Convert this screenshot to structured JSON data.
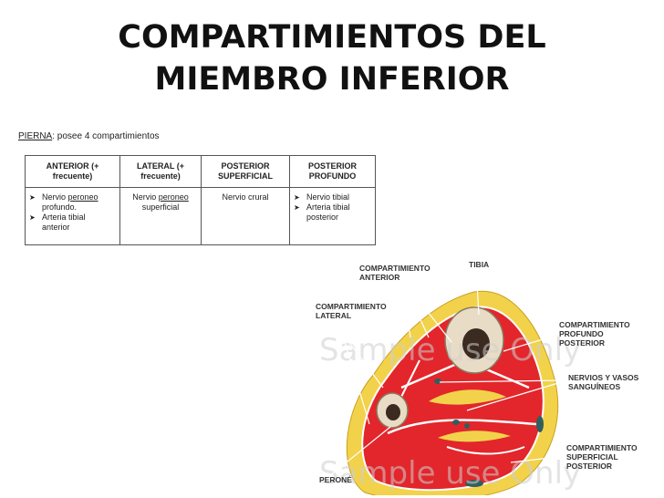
{
  "slide": {
    "title_line1": "COMPARTIMIENTOS DEL",
    "title_line2": "MIEMBRO INFERIOR"
  },
  "intro": {
    "keyword": "PIERNA",
    "rest": ": posee 4 compartimientos"
  },
  "table": {
    "headers": [
      [
        "ANTERIOR (+",
        "frecuente)"
      ],
      [
        "LATERAL (+",
        "frecuente)"
      ],
      [
        "POSTERIOR",
        "SUPERFICIAL"
      ],
      [
        "POSTERIOR",
        "PROFUNDO"
      ]
    ],
    "anterior": {
      "item1_a": "Nervio ",
      "item1_u": "peroneo",
      "item1_b": "profundo.",
      "item2_a": "Arteria tibial",
      "item2_b": "anterior"
    },
    "lateral": {
      "line1_a": "Nervio ",
      "line1_u": "peroneo",
      "line2": "superficial"
    },
    "post_sup": {
      "line1": "Nervio crural"
    },
    "post_prof": {
      "item1": "Nervio tibial",
      "item2_a": "Arteria tibial",
      "item2_b": "posterior"
    }
  },
  "diagram": {
    "labels": {
      "anterior_1": "COMPARTIMIENTO",
      "anterior_2": "ANTERIOR",
      "tibia": "TIBIA",
      "lateral_1": "COMPARTIMIENTO",
      "lateral_2": "LATERAL",
      "profundo_1": "COMPARTIMIENTO",
      "profundo_2": "PROFUNDO",
      "profundo_3": "POSTERIOR",
      "nervios_1": "NERVIOS Y VASOS",
      "nervios_2": "SANGUÍNEOS",
      "superficial_1": "COMPARTIMIENTO",
      "superficial_2": "SUPERFICIAL",
      "superficial_3": "POSTERIOR",
      "perone": "PERONÉ"
    },
    "watermark_1": "Sample use Only",
    "watermark_2": "Sample use Only",
    "colors": {
      "fat": "#f2d24a",
      "muscle": "#e2262b",
      "bone": "#e8dcc6",
      "marrow": "#3a2a20",
      "vessel": "#2f5f5f"
    }
  }
}
